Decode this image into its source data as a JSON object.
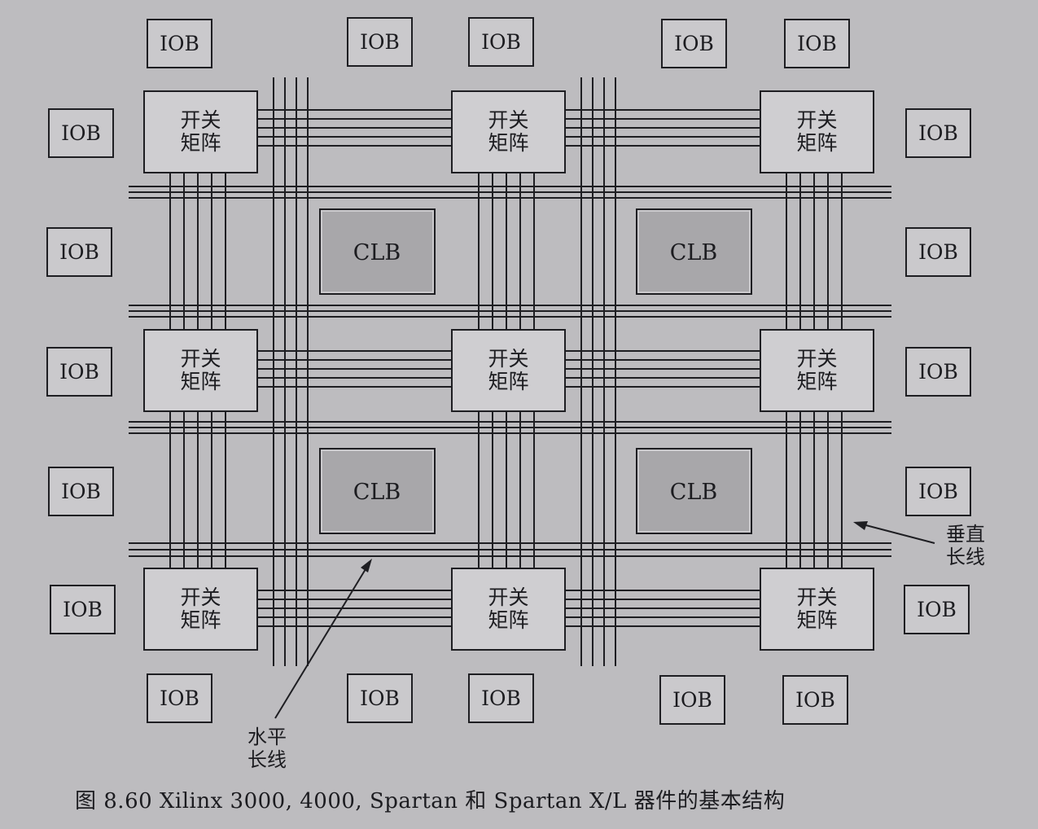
{
  "labels": {
    "iob": "IOB",
    "clb": "CLB",
    "switch_line1": "开关",
    "switch_line2": "矩阵",
    "vertical_callout_line1": "垂直",
    "vertical_callout_line2": "长线",
    "horizontal_callout_line1": "水平",
    "horizontal_callout_line2": "长线"
  },
  "caption": "图 8.60 Xilinx 3000, 4000, Spartan 和 Spartan X/L 器件的基本结构",
  "colors": {
    "background": "#bdbcbf",
    "line": "#1e1e22",
    "clb_fill": "#a8a7aa"
  }
}
